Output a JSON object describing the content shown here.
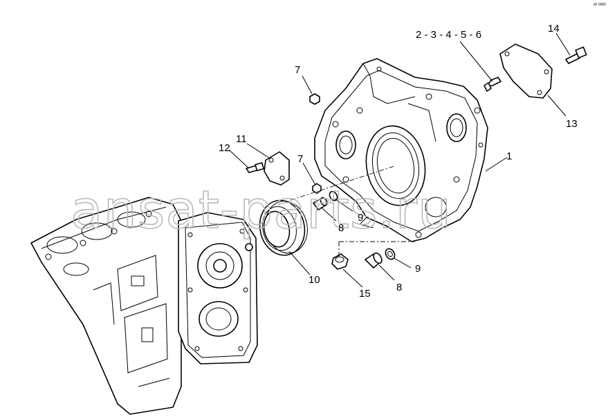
{
  "diagram": {
    "watermark": "ansat-parts.ru",
    "corner_code": "xF 0000",
    "callouts": [
      {
        "id": "c1",
        "text": "1"
      },
      {
        "id": "c2",
        "text": "2 - 3 - 4 - 5 - 6"
      },
      {
        "id": "c7a",
        "text": "7"
      },
      {
        "id": "c7b",
        "text": "7"
      },
      {
        "id": "c8a",
        "text": "8"
      },
      {
        "id": "c8b",
        "text": "8"
      },
      {
        "id": "c9a",
        "text": "9"
      },
      {
        "id": "c9b",
        "text": "9"
      },
      {
        "id": "c10",
        "text": "10"
      },
      {
        "id": "c11",
        "text": "11"
      },
      {
        "id": "c12",
        "text": "12"
      },
      {
        "id": "c13",
        "text": "13"
      },
      {
        "id": "c14",
        "text": "14"
      },
      {
        "id": "c15",
        "text": "15"
      }
    ]
  }
}
